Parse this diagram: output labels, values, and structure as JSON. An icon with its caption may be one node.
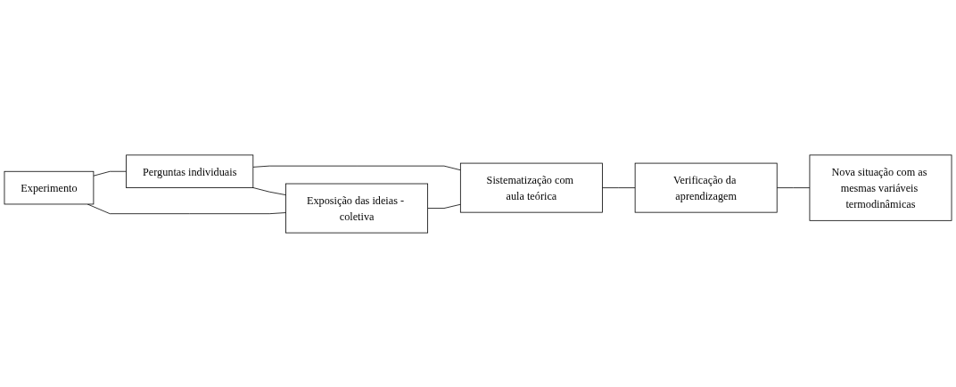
{
  "diagram": {
    "nodes": [
      {
        "text": [
          "Perguntas individuais"
        ]
      },
      {
        "text": [
          "Experimento"
        ]
      },
      {
        "text": [
          "Exposição das ideias - coletiva"
        ]
      },
      {
        "text": [
          "Sistematização com aula teórica"
        ]
      },
      {
        "text": [
          "Verificação da aprendizagem"
        ]
      },
      {
        "text": [
          "Nova situação com as mesmas variáveis termodinâmicas"
        ]
      }
    ],
    "edges": [
      {
        "from": 0,
        "to": 2,
        "arrow": "none"
      },
      {
        "from": 1,
        "to": 0,
        "arrow": "none"
      },
      {
        "from": 1,
        "to": 2,
        "arrow": "none"
      },
      {
        "from": 0,
        "to": 3,
        "arrow": "none"
      },
      {
        "from": 2,
        "to": 3,
        "arrow": "none"
      },
      {
        "from": 3,
        "to": 4,
        "arrow": "none"
      },
      {
        "from": 4,
        "to": 5,
        "arrow": "none"
      }
    ]
  }
}
